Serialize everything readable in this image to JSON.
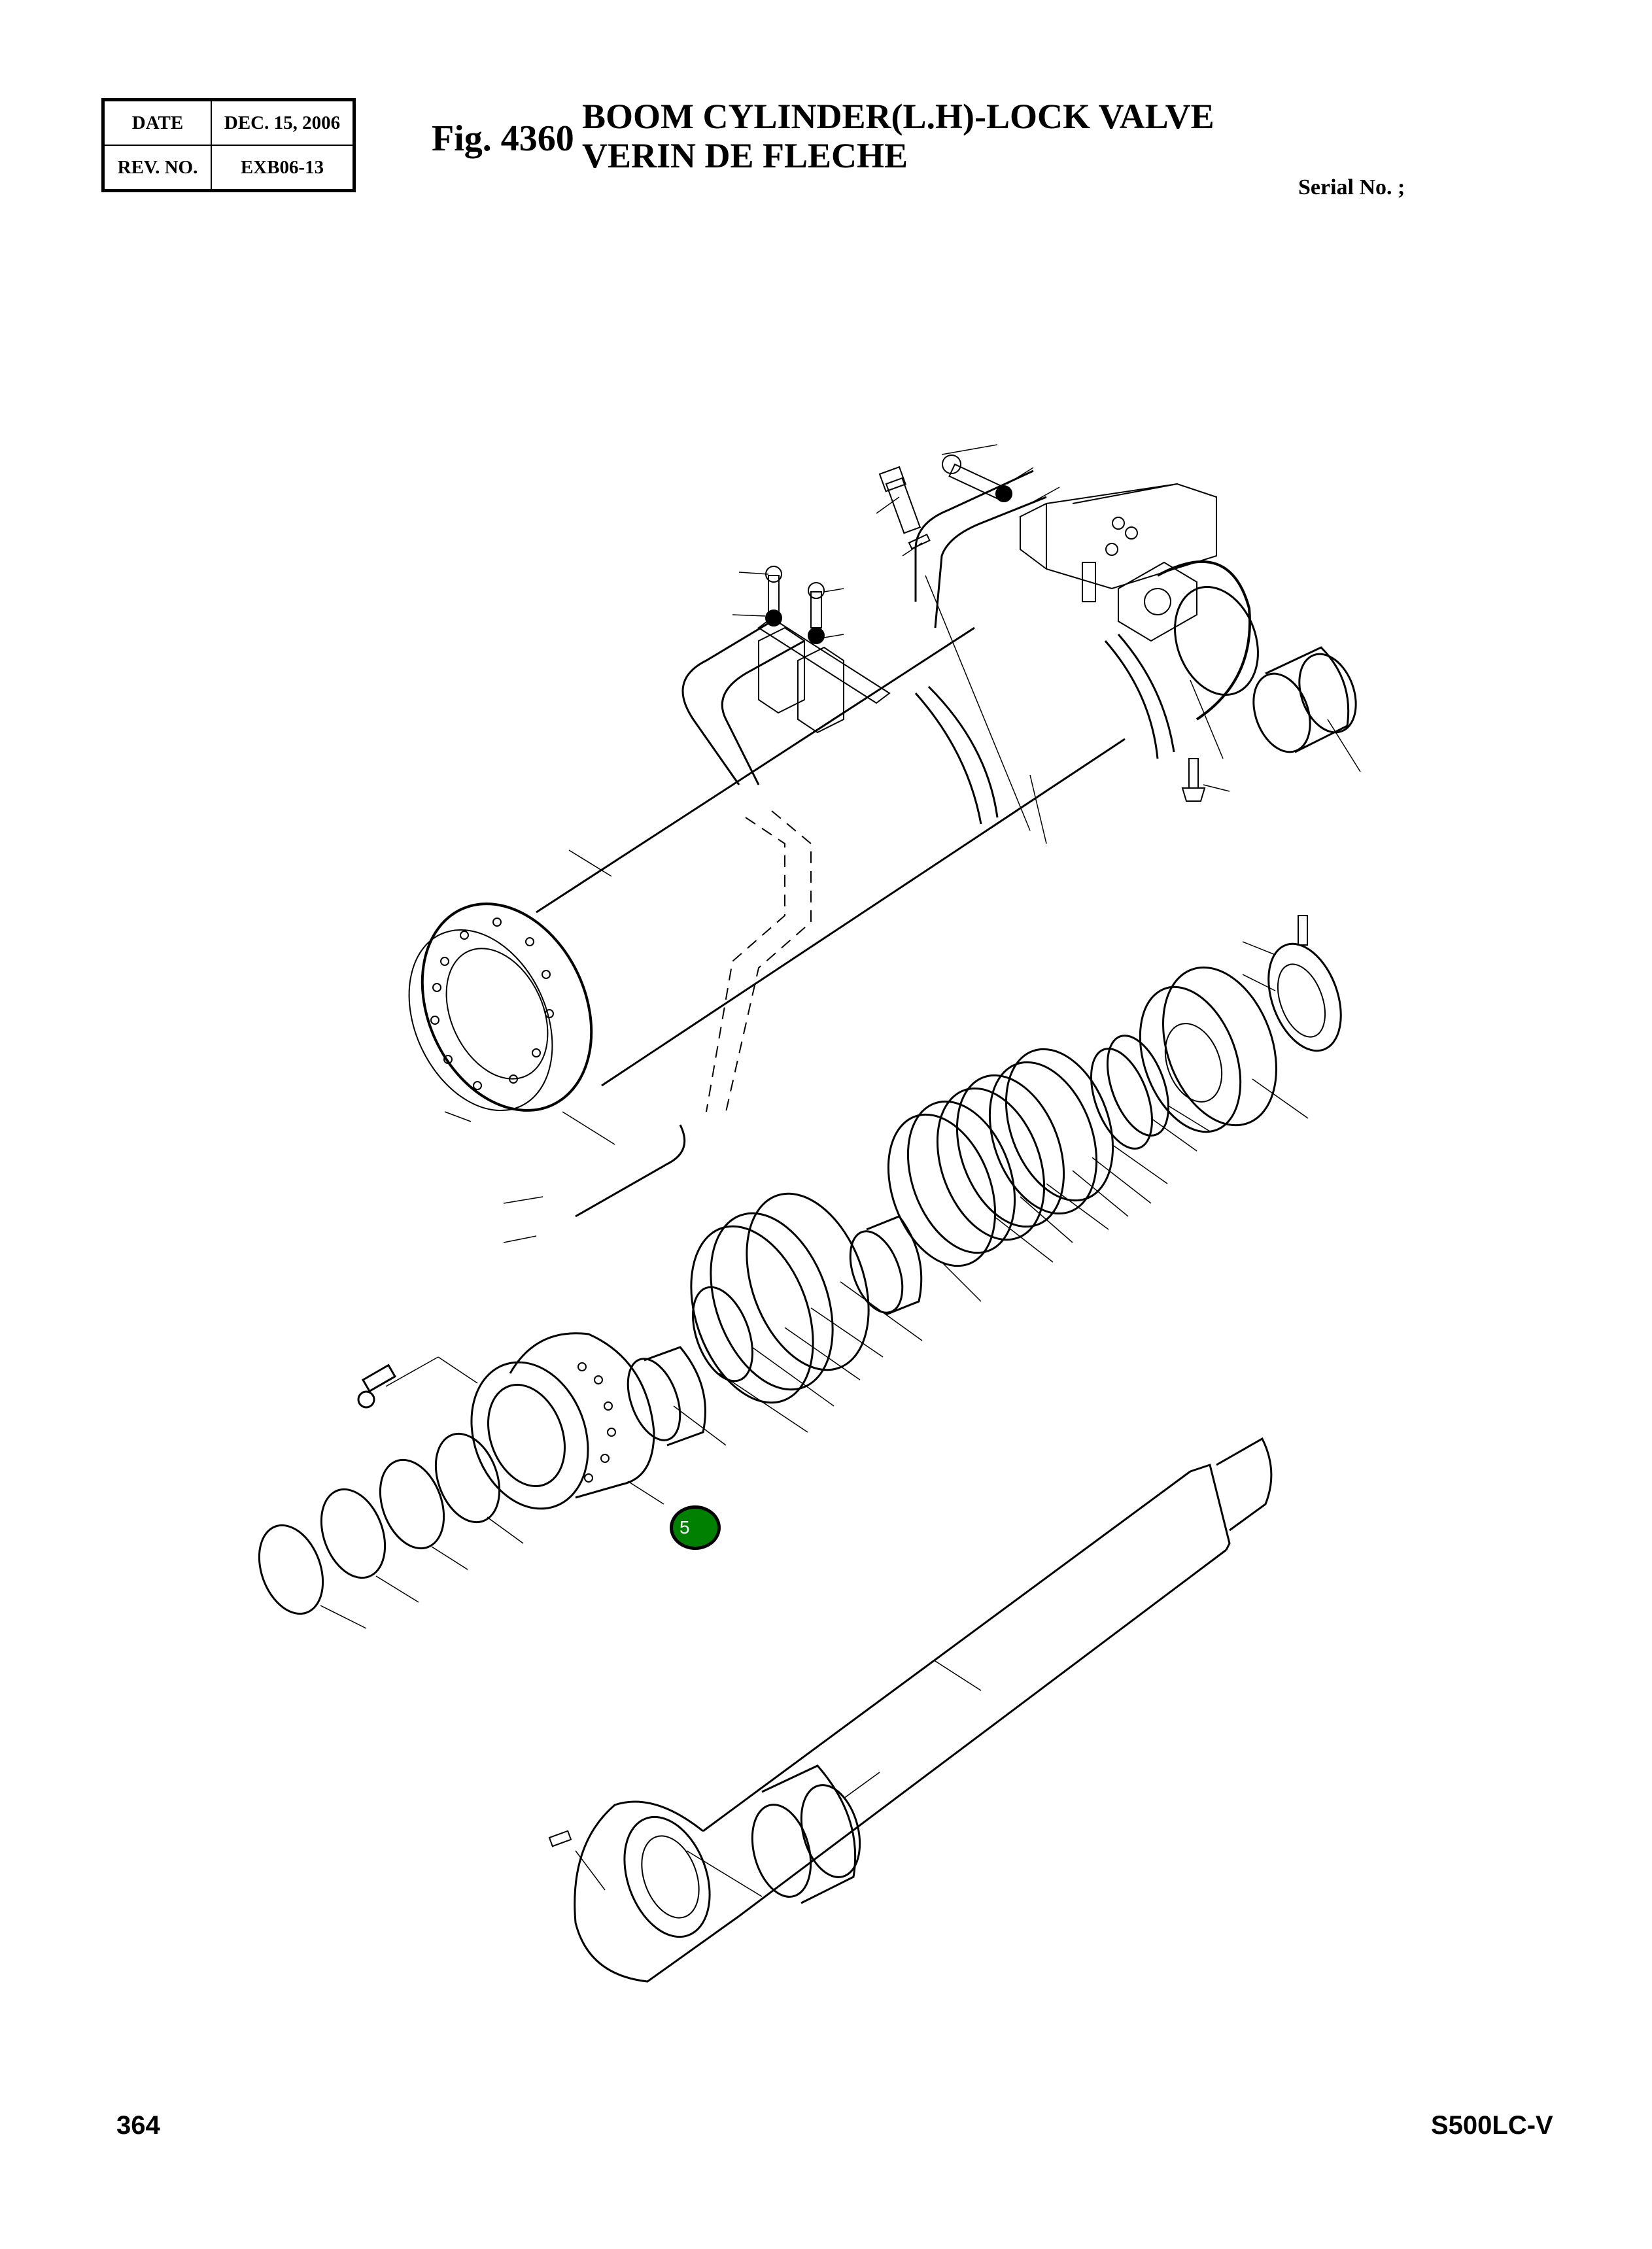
{
  "header": {
    "info_table": {
      "date_label": "DATE",
      "date_value": "DEC. 15, 2006",
      "rev_label": "REV. NO.",
      "rev_value": "EXB06-13"
    },
    "figure_number": "Fig. 4360",
    "title_en": "BOOM CYLINDER(L.H)-LOCK VALVE",
    "title_fr": "VERIN DE FLECHE",
    "serial_label": "Serial No. ;"
  },
  "diagram": {
    "description": "Exploded view of boom cylinder (L.H) with lock valve",
    "callouts": [
      {
        "number": "5",
        "color": "#008000",
        "text_color": "#ffffff"
      }
    ]
  },
  "footer": {
    "page_number": "364",
    "model": "S500LC-V"
  }
}
